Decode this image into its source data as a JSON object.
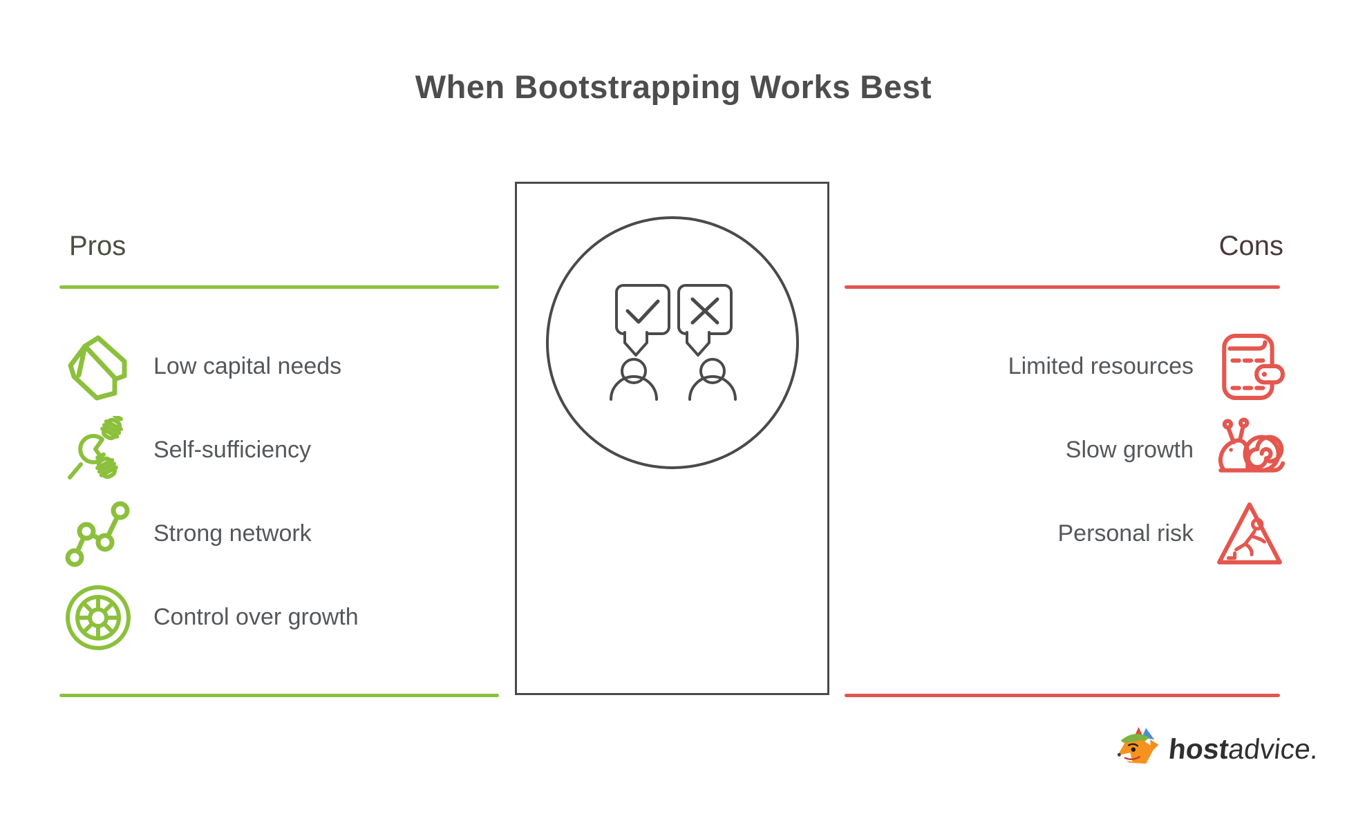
{
  "title": "When Bootstrapping Works Best",
  "pros": {
    "heading": "Pros",
    "accent_color": "#8cc03c",
    "items": [
      {
        "label": "Low capital needs",
        "icon": "gem-icon"
      },
      {
        "label": "Self-sufficiency",
        "icon": "wrench-screws-icon"
      },
      {
        "label": "Strong network",
        "icon": "network-nodes-icon"
      },
      {
        "label": "Control over growth",
        "icon": "wheel-icon"
      }
    ]
  },
  "cons": {
    "heading": "Cons",
    "accent_color": "#e0564f",
    "items": [
      {
        "label": "Limited resources",
        "icon": "wallet-icon"
      },
      {
        "label": "Slow growth",
        "icon": "snail-icon"
      },
      {
        "label": "Personal risk",
        "icon": "slip-warning-triangle-icon"
      }
    ]
  },
  "center_illustration": "approve-reject-decision-people",
  "logo": {
    "bold": "host",
    "light": "advice."
  }
}
